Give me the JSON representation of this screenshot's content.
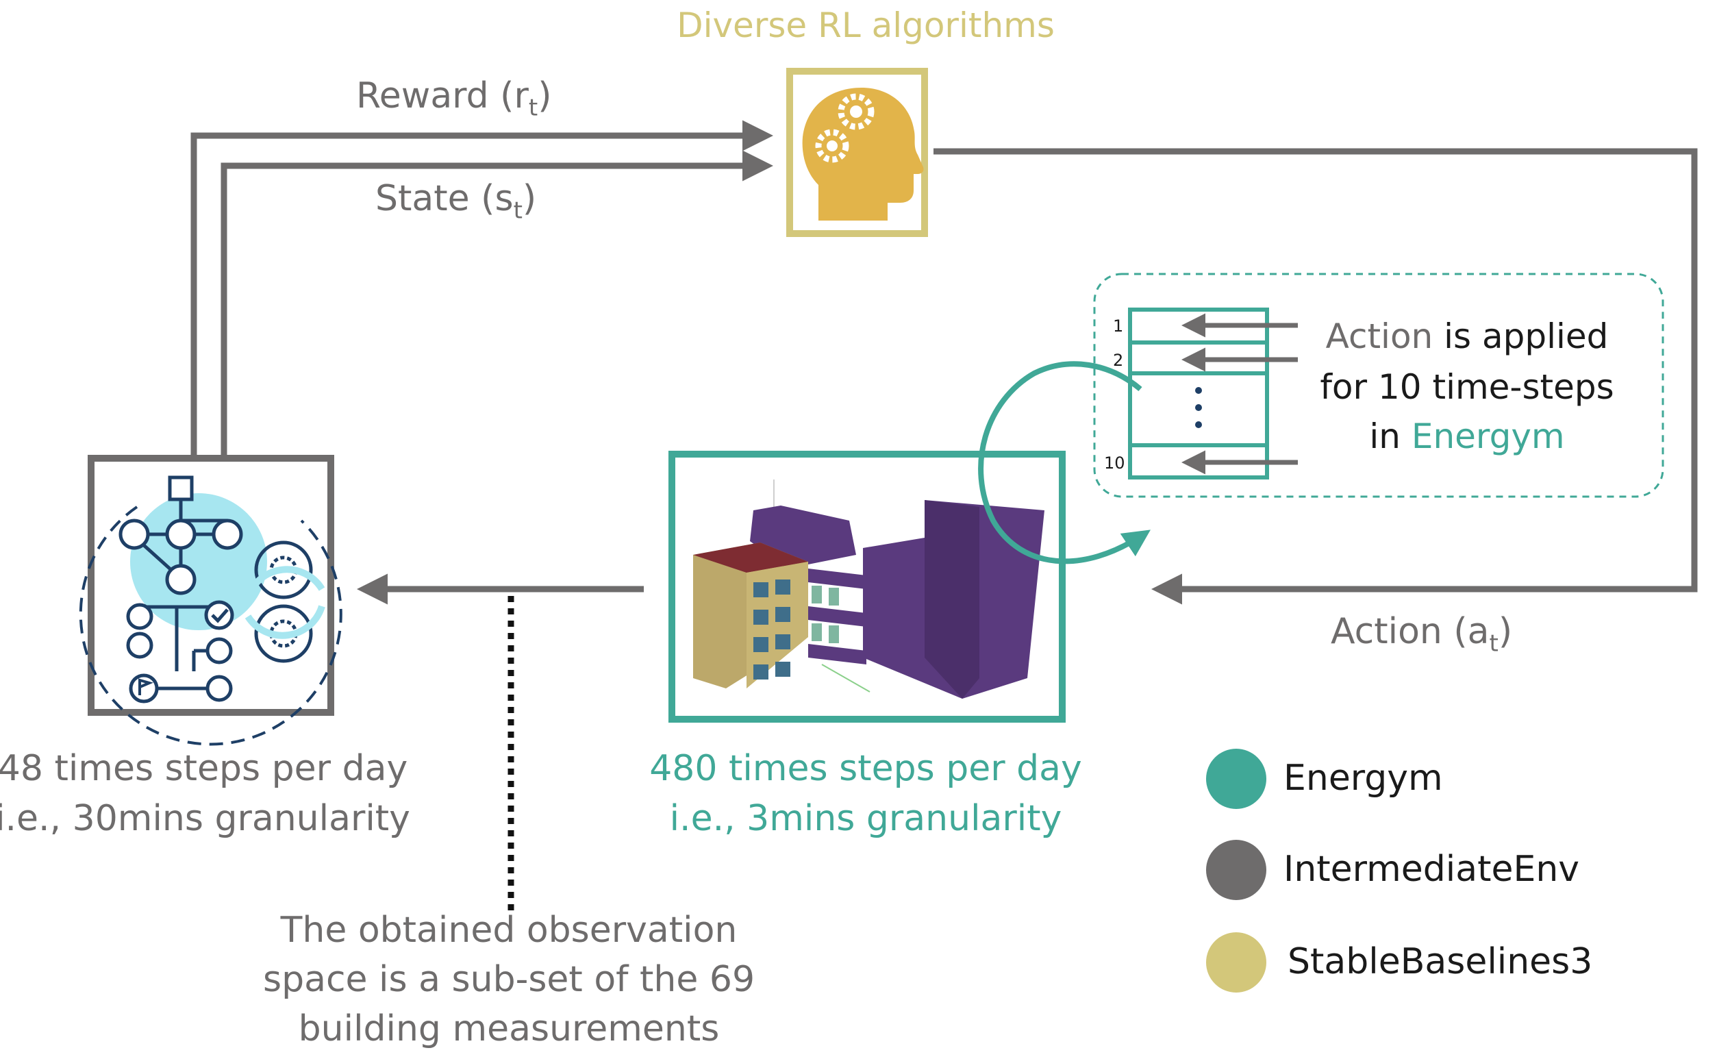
{
  "title": "Diverse RL algorithms",
  "reward": {
    "text": "Reward (r",
    "sub": "t",
    "close": ")"
  },
  "state": {
    "text": "State (s",
    "sub": "t",
    "close": ")"
  },
  "action": {
    "text": "Action (a",
    "sub": "t",
    "close": ")"
  },
  "callout": {
    "line1_a": "Action",
    "line1_b": " is applied",
    "line2": "for 10 time-steps",
    "line3_a": "in ",
    "line3_b": "Energym",
    "rows": [
      "1",
      "2",
      "10"
    ]
  },
  "left_caption": {
    "line1": "48 times steps per day",
    "line2": "i.e., 30mins granularity"
  },
  "center_caption": {
    "line1": "480 times steps per day",
    "line2": "i.e., 3mins granularity"
  },
  "bottom_note": {
    "line1": "The obtained observation",
    "line2": "space is a sub-set of the 69",
    "line3": "building measurements"
  },
  "legend": [
    {
      "label": "Energym",
      "color": "#40a897"
    },
    {
      "label": "IntermediateEnv",
      "color": "#6e6c6c"
    },
    {
      "label": "StableBaselines3",
      "color": "#d3c77a"
    }
  ],
  "colors": {
    "teal": "#40a897",
    "gray": "#6e6c6c",
    "gold": "#d3c77a",
    "goldFill": "#e2b44a",
    "purple": "#5a3a7e"
  }
}
